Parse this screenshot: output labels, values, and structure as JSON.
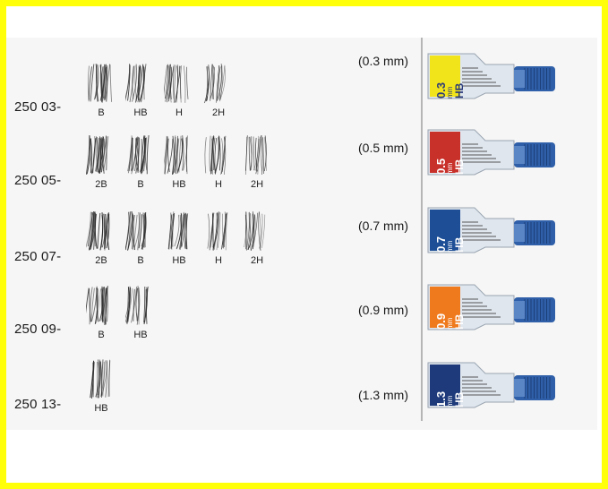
{
  "colors": {
    "frame": "#ffff0a",
    "cap": "#2f5fa8",
    "tube_body": "#dfe6ee"
  },
  "rows": [
    {
      "code": "250 03-",
      "grades": [
        "B",
        "HB",
        "H",
        "2H"
      ]
    },
    {
      "code": "250 05-",
      "grades": [
        "2B",
        "B",
        "HB",
        "H",
        "2H"
      ]
    },
    {
      "code": "250 07-",
      "grades": [
        "2B",
        "B",
        "HB",
        "H",
        "2H"
      ]
    },
    {
      "code": "250 09-",
      "grades": [
        "B",
        "HB"
      ]
    },
    {
      "code": "250 13-",
      "grades": [
        "HB"
      ]
    }
  ],
  "tubes": [
    {
      "size_caption": "(0.3 mm)",
      "size": "0.3",
      "unit": "mm",
      "grade": "HB",
      "color": "#f2e41a",
      "text_color": "#2a3a7a"
    },
    {
      "size_caption": "(0.5 mm)",
      "size": "0.5",
      "unit": "mm",
      "grade": "HB",
      "color": "#c8302a",
      "text_color": "#ffffff"
    },
    {
      "size_caption": "(0.7 mm)",
      "size": "0.7",
      "unit": "mm",
      "grade": "HB",
      "color": "#1e4f96",
      "text_color": "#ffffff"
    },
    {
      "size_caption": "(0.9 mm)",
      "size": "0.9",
      "unit": "mm",
      "grade": "HB",
      "color": "#ef7a1e",
      "text_color": "#ffffff"
    },
    {
      "size_caption": "(1.3 mm)",
      "size": "1.3",
      "unit": "mm",
      "grade": "HB",
      "color": "#1e3a7a",
      "text_color": "#ffffff"
    }
  ]
}
